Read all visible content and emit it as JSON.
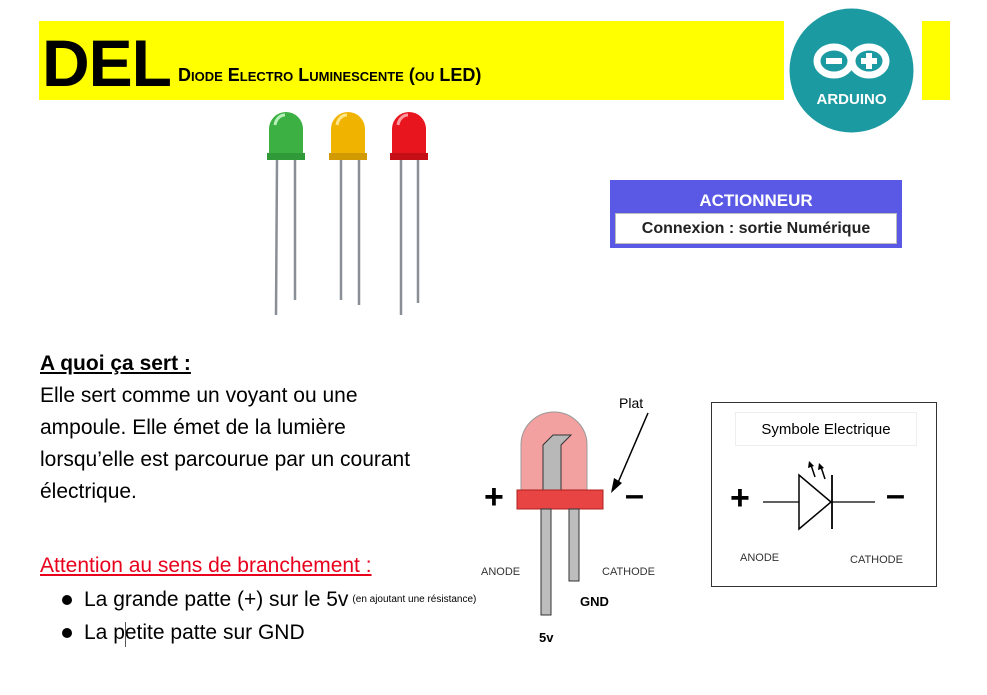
{
  "header": {
    "title": "DEL",
    "subtitle": "Diode Electro Luminescente (ou LED)"
  },
  "logo": {
    "text": "ARDUINO",
    "color": "#1c9aa2"
  },
  "actionneur": {
    "title": "ACTIONNEUR",
    "connexion": "Connexion : sortie Numérique",
    "color": "#5959e6"
  },
  "section": {
    "heading": "A quoi ça sert :",
    "description_lines": [
      "Elle sert comme un voyant ou une",
      "ampoule. Elle émet de la lumière",
      "lorsqu’elle est parcourue par un courant",
      "électrique."
    ],
    "attention": "Attention au sens de branchement :",
    "bullets": [
      {
        "text": "La grande patte (+) sur le 5v",
        "note": "(en ajoutant une résistance)"
      },
      {
        "text": "La petite patte sur GND",
        "note": ""
      }
    ]
  },
  "led_diagram": {
    "plat": "Plat",
    "plus": "+",
    "minus": "–",
    "anode": "ANODE",
    "cathode": "CATHODE",
    "gnd": "GND",
    "v5": "5v"
  },
  "symbol": {
    "title": "Symbole Electrique",
    "plus": "+",
    "minus": "–",
    "anode": "ANODE",
    "cathode": "CATHODE"
  },
  "colors": {
    "banner": "#ffff00",
    "attention": "#e8001c",
    "led_green": "#3cb043",
    "led_yellow": "#f0b400",
    "led_red": "#e8141e"
  }
}
